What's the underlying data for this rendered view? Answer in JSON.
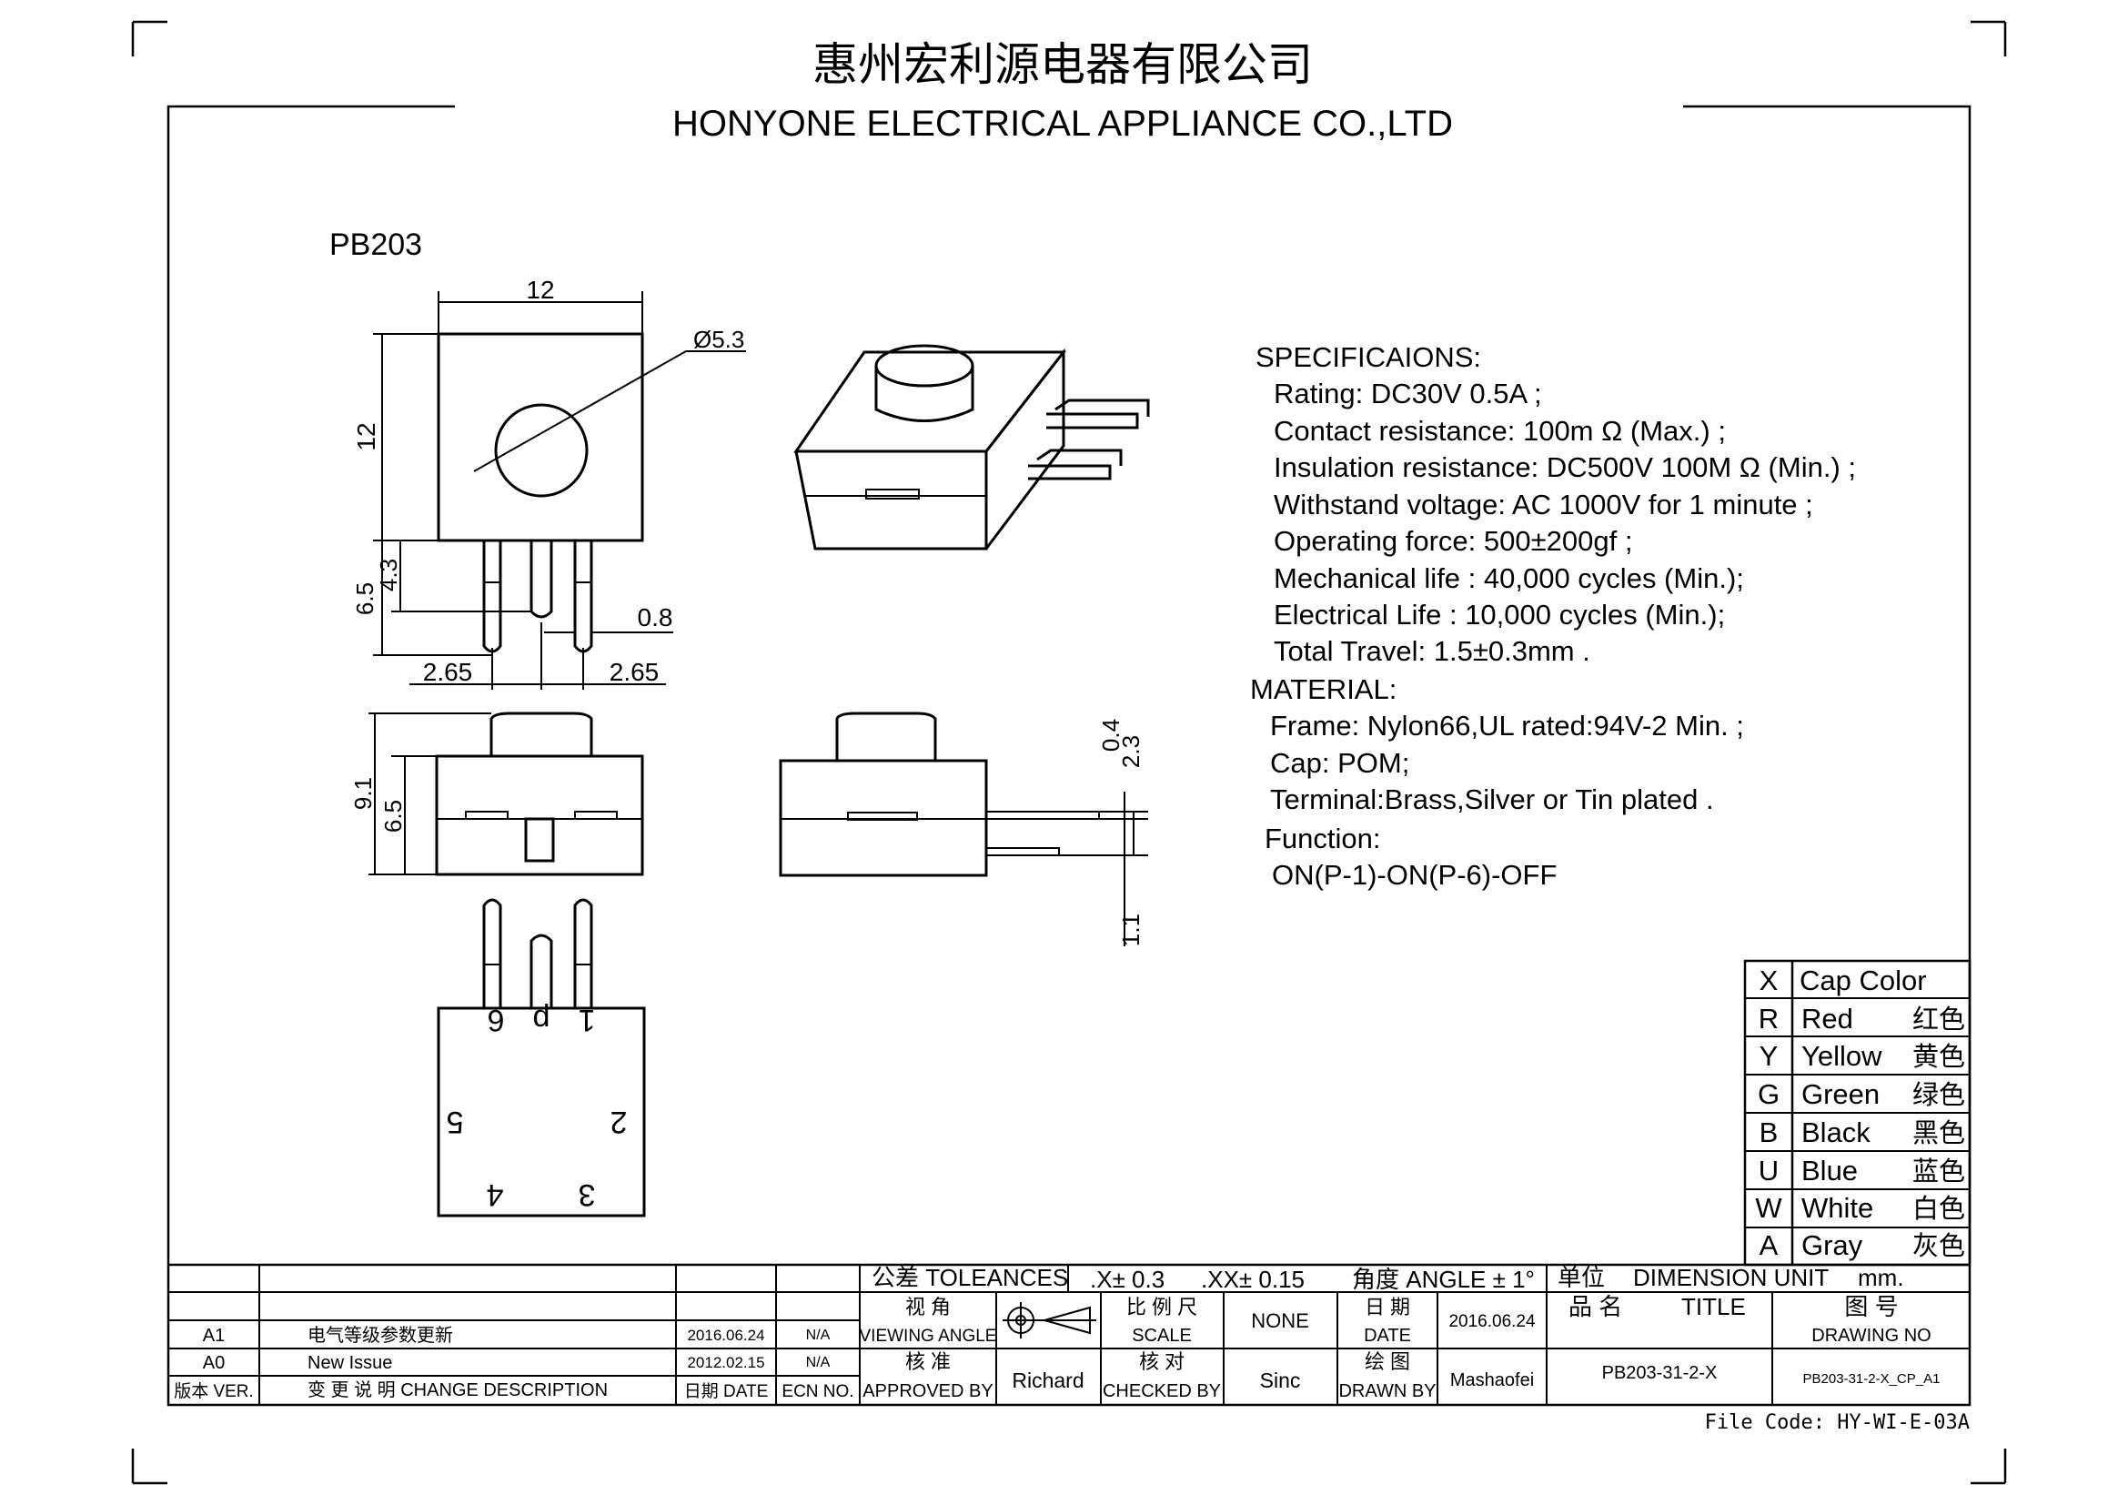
{
  "header": {
    "company_cn": "惠州宏利源电器有限公司",
    "company_en": "HONYONE ELECTRICAL APPLIANCE  CO.,LTD"
  },
  "drawing": {
    "model": "PB203",
    "dims": {
      "top_width": "12",
      "top_height": "12",
      "cap_dia": "Ø5.3",
      "pin_total": "6.5",
      "pin_short": "4.3",
      "pin_width": "0.8",
      "pin_pitch_left": "2.65",
      "pin_pitch_right": "2.65",
      "side_total": "9.1",
      "side_body": "6.5",
      "side_cap": "0.4",
      "side_cap2": "2.3",
      "side_pin": "1.1"
    },
    "pin_labels": [
      "6",
      "p",
      "1",
      "5",
      "2",
      "4",
      "3"
    ]
  },
  "specs": {
    "heading": "SPECIFICAIONS:",
    "lines": [
      "Rating:  DC30V   0.5A ;",
      "Contact resistance:  100m Ω  (Max.) ;",
      "Insulation resistance:  DC500V 100M Ω (Min.) ;",
      "Withstand voltage:  AC 1000V for 1 minute ;",
      "Operating force:  500±200gf ;",
      "Mechanical life :    40,000 cycles (Min.);",
      "Electrical Life :   10,000 cycles (Min.);",
      "Total Travel: 1.5±0.3mm ."
    ]
  },
  "material": {
    "heading": "MATERIAL:",
    "lines": [
      "Frame: Nylon66,UL rated:94V-2 Min. ;",
      "Cap: POM;",
      "Terminal:Brass,Silver or Tin plated ."
    ]
  },
  "function": {
    "heading": "Function:",
    "line": "ON(P-1)-ON(P-6)-OFF"
  },
  "cap_colors": {
    "header_code": "X",
    "header_label": "Cap Color",
    "rows": [
      {
        "code": "R",
        "en": "Red",
        "cn": "红色"
      },
      {
        "code": "Y",
        "en": "Yellow",
        "cn": "黄色"
      },
      {
        "code": "G",
        "en": "Green",
        "cn": "绿色"
      },
      {
        "code": "B",
        "en": "Black",
        "cn": "黑色"
      },
      {
        "code": "U",
        "en": "Blue",
        "cn": "蓝色"
      },
      {
        "code": "W",
        "en": "White",
        "cn": "白色"
      },
      {
        "code": "A",
        "en": "Gray",
        "cn": "灰色"
      }
    ]
  },
  "title_block": {
    "tolerances": "公差 TOLEANCES",
    "tol_x": ".X± 0.3",
    "tol_xx": ".XX± 0.15",
    "angle": "角度 ANGLE ± 1°",
    "unit_cn": "单位",
    "unit_en": "DIMENSION UNIT",
    "unit_val": "mm.",
    "viewing_cn": "视 角",
    "viewing_en": "VIEWING ANGLE",
    "scale_cn": "比 例 尺",
    "scale_en": "SCALE",
    "scale_val": "NONE",
    "date_cn": "日 期",
    "date_en": "DATE",
    "date_val": "2016.06.24",
    "name_cn": "品 名",
    "name_en": "TITLE",
    "dwgno_cn": "图 号",
    "dwgno_en": "DRAWING NO",
    "approved_cn": "核 准",
    "approved_en": "APPROVED BY",
    "approved_val": "Richard",
    "checked_cn": "核 对",
    "checked_en": "CHECKED BY",
    "checked_val": "Sinc",
    "drawn_cn": "绘 图",
    "drawn_en": "DRAWN BY",
    "drawn_val": "Mashaofei",
    "title_val": "PB203-31-2-X",
    "dwgno_val": "PB203-31-2-X_CP_A1",
    "revisions": [
      {
        "ver": "A1",
        "desc": "电气等级参数更新",
        "date": "2016.06.24",
        "ecn": "N/A"
      },
      {
        "ver": "A0",
        "desc": "New Issue",
        "date": "2012.02.15",
        "ecn": "N/A"
      }
    ],
    "rev_header": {
      "ver": "版本 VER.",
      "desc": "变 更 说 明  CHANGE DESCRIPTION",
      "date": "日期 DATE",
      "ecn": "ECN NO."
    }
  },
  "file_code": "File Code: HY-WI-E-03A"
}
